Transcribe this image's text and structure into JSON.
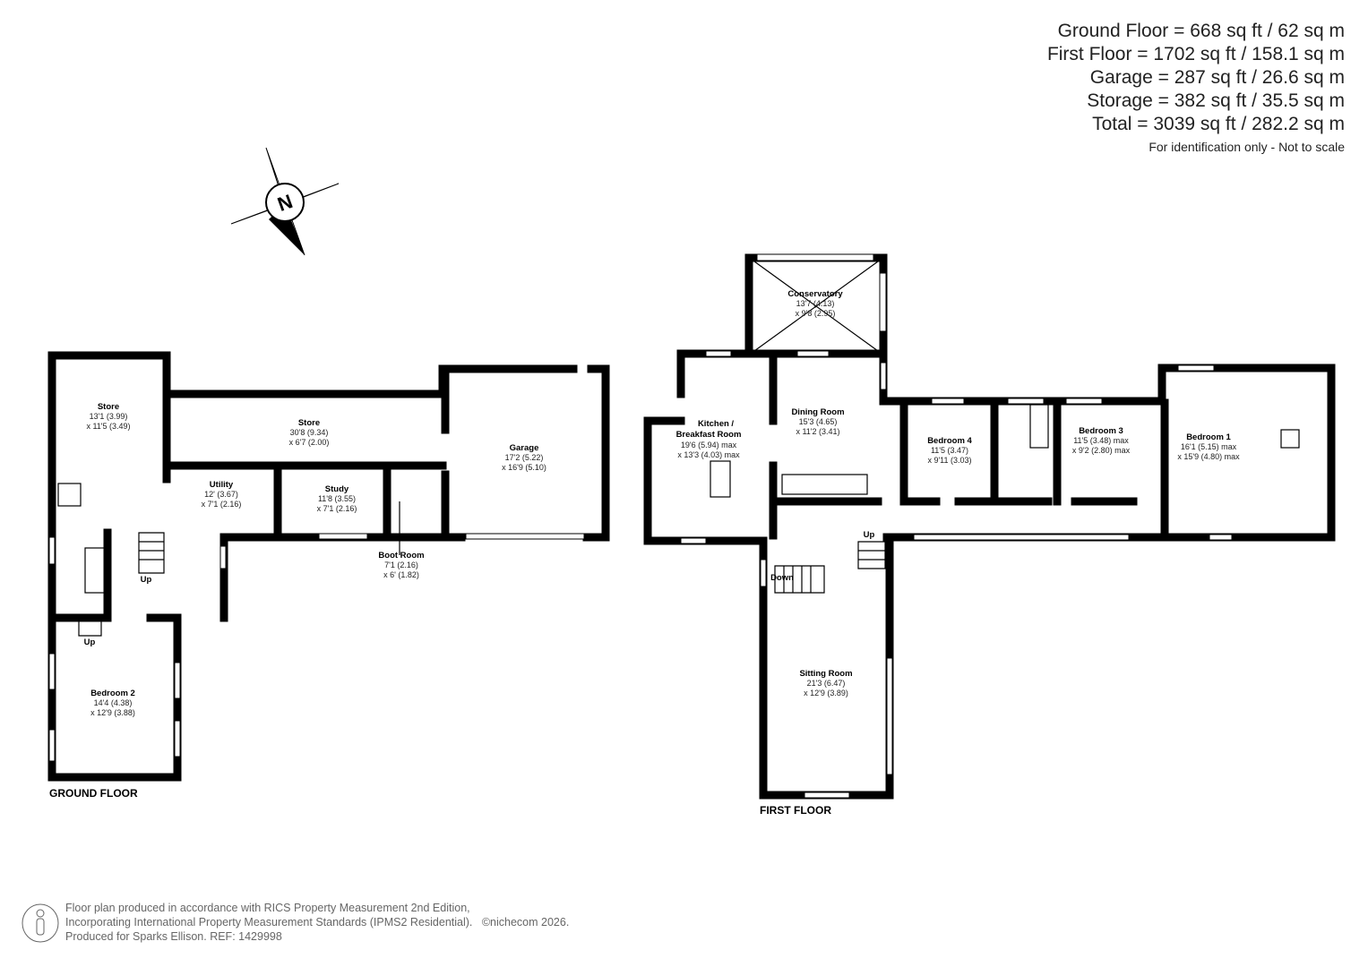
{
  "areas": [
    "Ground Floor = 668 sq ft / 62 sq m",
    "First Floor = 1702 sq ft / 158.1 sq m",
    "Garage = 287 sq ft / 26.6 sq m",
    "Storage = 382 sq ft / 35.5 sq m",
    "Total = 3039 sq ft / 282.2 sq m"
  ],
  "disclaimer": "For identification only - Not to scale",
  "compass": {
    "label": "N",
    "icon": "north-arrow-icon"
  },
  "ground_floor": {
    "label": "GROUND FLOOR",
    "rooms": [
      {
        "name": "Store",
        "d1": "13'1 (3.99)",
        "d2": "x 11'5 (3.49)"
      },
      {
        "name": "Store",
        "d1": "30'8 (9.34)",
        "d2": "x 6'7 (2.00)"
      },
      {
        "name": "Garage",
        "d1": "17'2 (5.22)",
        "d2": "x 16'9 (5.10)"
      },
      {
        "name": "Utility",
        "d1": "12' (3.67)",
        "d2": "x 7'1 (2.16)"
      },
      {
        "name": "Study",
        "d1": "11'8 (3.55)",
        "d2": "x 7'1 (2.16)"
      },
      {
        "name": "Boot Room",
        "d1": "7'1 (2.16)",
        "d2": "x 6' (1.82)"
      },
      {
        "name": "Bedroom 2",
        "d1": "14'4 (4.38)",
        "d2": "x 12'9 (3.88)"
      }
    ],
    "stairs": [
      "Up",
      "Up"
    ]
  },
  "first_floor": {
    "label": "FIRST FLOOR",
    "rooms": [
      {
        "name": "Conservatory",
        "d1": "13'7 (4.13)",
        "d2": "x 9'8 (2.95)"
      },
      {
        "name": "Kitchen /",
        "name2": "Breakfast Room",
        "d1": "19'6 (5.94) max",
        "d2": "x 13'3 (4.03) max"
      },
      {
        "name": "Dining Room",
        "d1": "15'3 (4.65)",
        "d2": "x 11'2 (3.41)"
      },
      {
        "name": "Bedroom 4",
        "d1": "11'5 (3.47)",
        "d2": "x 9'11 (3.03)"
      },
      {
        "name": "Bedroom 3",
        "d1": "11'5 (3.48) max",
        "d2": "x 9'2 (2.80) max"
      },
      {
        "name": "Bedroom 1",
        "d1": "16'1 (5.15) max",
        "d2": "x 15'9 (4.80) max"
      },
      {
        "name": "Sitting Room",
        "d1": "21'3 (6.47)",
        "d2": "x 12'9 (3.89)"
      }
    ],
    "stairs": [
      "Up",
      "Down"
    ]
  },
  "footer": {
    "line1": "Floor plan produced in accordance with RICS Property Measurement 2nd Edition,",
    "line2": "Incorporating International Property Measurement Standards (IPMS2 Residential).",
    "copyright": "©nichecom 2026.",
    "line3": "Produced for Sparks Ellison.   REF: 1429998",
    "icon": "person-icon"
  }
}
